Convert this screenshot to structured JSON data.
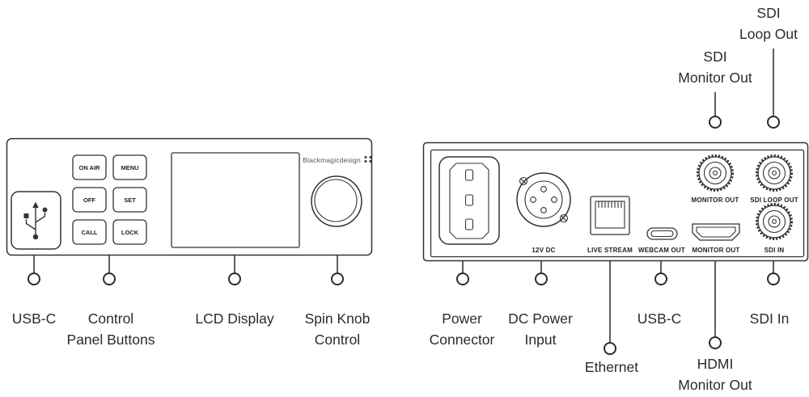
{
  "colors": {
    "ink": "#333333",
    "label_text": "#2b2b2b",
    "background": "#ffffff"
  },
  "brand": "Blackmagicdesign",
  "front_panel": {
    "buttons": {
      "on_air": "ON AIR",
      "menu": "MENU",
      "off": "OFF",
      "set": "SET",
      "call": "CALL",
      "lock": "LOCK"
    },
    "callouts": {
      "usb_c": {
        "lines": [
          "USB-C"
        ]
      },
      "control_buttons": {
        "lines": [
          "Control",
          "Panel Buttons"
        ]
      },
      "lcd": {
        "lines": [
          "LCD Display"
        ]
      },
      "spin_knob": {
        "lines": [
          "Spin Knob",
          "Control"
        ]
      }
    }
  },
  "rear_panel": {
    "port_labels": {
      "dc": "12V DC",
      "ethernet": "LIVE STREAM",
      "usb": "WEBCAM OUT",
      "hdmi": "MONITOR OUT",
      "sdi_monitor": "MONITOR OUT",
      "sdi_loop": "SDI LOOP OUT",
      "sdi_in": "SDI IN"
    },
    "callouts_top": {
      "sdi_monitor": {
        "lines": [
          "SDI",
          "Monitor Out"
        ]
      },
      "sdi_loop": {
        "lines": [
          "SDI",
          "Loop Out"
        ]
      }
    },
    "callouts_bottom": {
      "power": {
        "lines": [
          "Power",
          "Connector"
        ]
      },
      "dc_input": {
        "lines": [
          "DC Power",
          "Input"
        ]
      },
      "ethernet": {
        "lines": [
          "Ethernet"
        ]
      },
      "usb_c": {
        "lines": [
          "USB-C"
        ]
      },
      "hdmi": {
        "lines": [
          "HDMI",
          "Monitor Out"
        ]
      },
      "sdi_in": {
        "lines": [
          "SDI In"
        ]
      }
    }
  }
}
